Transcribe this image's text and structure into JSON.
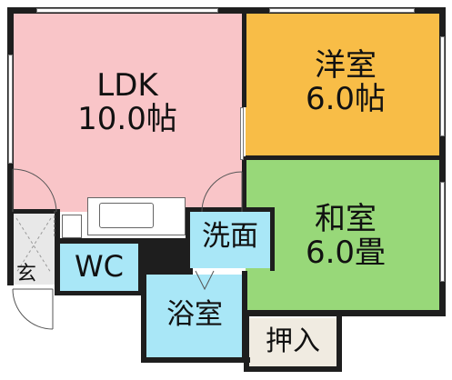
{
  "rooms": {
    "ldk": {
      "name": "LDK",
      "size": "10.0帖",
      "color": "#f9c5c8"
    },
    "western": {
      "name": "洋室",
      "size": "6.0帖",
      "color": "#f8bd47"
    },
    "japanese": {
      "name": "和室",
      "size": "6.0畳",
      "color": "#98d879"
    },
    "washroom": {
      "name": "洗面",
      "color": "#a9e7f7"
    },
    "wc": {
      "name": "WC",
      "color": "#a9e7f7"
    },
    "bath": {
      "name": "浴室",
      "color": "#a9e7f7"
    },
    "entrance": {
      "name": "玄"
    },
    "closet": {
      "name": "押入",
      "color": "#f0ebe1"
    }
  },
  "colors": {
    "wall": "#1e1e1e",
    "entrance_floor": "#e8e8e8"
  }
}
